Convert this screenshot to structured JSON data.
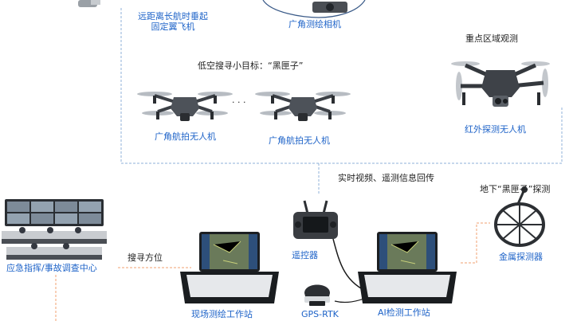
{
  "labels": {
    "long_range_vtol": [
      "远距离长航时垂起",
      "固定翼飞机"
    ],
    "wide_angle_mapping_camera": "广角测绘相机",
    "key_area_observation": "重点区域观测",
    "low_altitude_search_target": "低空搜寻小目标：“黑匣子”",
    "ellipsis": "· · ·",
    "wide_angle_drone_1": "广角航拍无人机",
    "wide_angle_drone_2": "广角航拍无人机",
    "infrared_drone": "红外探测无人机",
    "realtime_video_telemetry": "实时视频、遥测信息回传",
    "underground_blackbox_detection": "地下“黑匣子”探测",
    "search_bearing": "搜寻方位",
    "command_center": "应急指挥/事故调查中心",
    "remote_controller": "遥控器",
    "metal_detector": "金属探测器",
    "field_mapping_workstation": "现场测绘工作站",
    "gps_rtk": "GPS-RTK",
    "ai_detection_workstation": "AI检测工作站"
  },
  "colors": {
    "label_blue": "#1e63c8",
    "label_dark": "#222222",
    "connector_blue": "#8fb0d8",
    "connector_orange": "#f0a070"
  },
  "icons": [
    "fixed-wing-aircraft",
    "mapping-camera",
    "quadcopter-drone",
    "infrared-drone",
    "remote-controller",
    "gps-rtk-receiver",
    "laptop",
    "metal-detector",
    "monitoring-center"
  ]
}
